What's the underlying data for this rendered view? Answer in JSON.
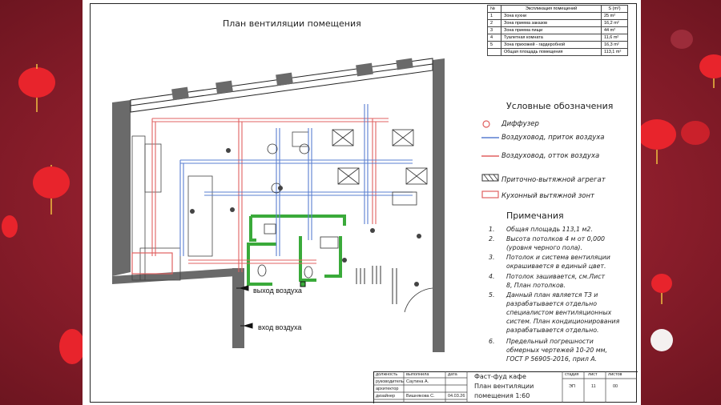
{
  "plan_title": "План вентиляции помещения",
  "explication": {
    "header": [
      "№",
      "Экспликация помещений",
      "S (m²)"
    ],
    "rows": [
      [
        "1",
        "Зона кухни",
        "25 m²"
      ],
      [
        "2",
        "Зона приема заказов",
        "16,2 m²"
      ],
      [
        "3",
        "Зона приема пищи",
        "44 m²"
      ],
      [
        "4",
        "Туалетная комната",
        "11,6 m²"
      ],
      [
        "5",
        "Зона прихожей - гардеробной",
        "16,3 m²"
      ],
      [
        "",
        "Общая площадь помещения",
        "113,1 m²"
      ]
    ]
  },
  "legend": {
    "title": "Условные обозначения",
    "items": [
      "Диффузер",
      "Воздуховод, приток воздуха",
      "Воздуховод, отток воздуха",
      "Приточно-вытяжной агрегат",
      "Кухонный вытяжной зонт"
    ]
  },
  "notes": {
    "title": "Примечания",
    "items": [
      {
        "num": "1.",
        "lines": [
          "Общая площадь 113,1 м2."
        ]
      },
      {
        "num": "2.",
        "lines": [
          "Высота потолков 4 м от 0,000",
          "(уровня черного пола)."
        ]
      },
      {
        "num": "3.",
        "lines": [
          "Потолок и система вентиляции",
          "окрашивается в единый цвет."
        ]
      },
      {
        "num": "4.",
        "lines": [
          "Потолок зашивается, см.Лист",
          "8, План потолков."
        ]
      },
      {
        "num": "5.",
        "lines": [
          "Данный план является ТЗ и",
          "разрабатывается отдельно",
          "специалистом вентиляционных",
          "систем. План кондиционирования",
          "разрабатывается отдельно."
        ]
      },
      {
        "num": "6.",
        "lines": [
          "Предельный погрешности",
          "обмерных чертежей 10-20 мм,",
          "ГОСТ Р 56905-2016, прил А."
        ]
      }
    ]
  },
  "air_labels": {
    "out": "выход воздуха",
    "in": "вход воздуха"
  },
  "stamp": {
    "headers": [
      "должность",
      "выполнила",
      "дата"
    ],
    "rows": [
      [
        "руководитель",
        "Саутина А.",
        ""
      ],
      [
        "архитектор",
        "",
        ""
      ],
      [
        "дизайнер",
        "Вишнякова С.",
        "04.03.26"
      ]
    ],
    "title_lines": [
      "Фаст-фуд кафе",
      "План вентиляции",
      "помещения 1:60"
    ],
    "col_heads": [
      "стадия",
      "лист",
      "листов"
    ],
    "col_vals": [
      "ЭП",
      "11",
      "00"
    ]
  },
  "colors": {
    "supply": "#5a7fd0",
    "exhaust": "#e06060",
    "wall": "#666666",
    "green": "#3aaa3a",
    "bg": "#9a2232"
  }
}
